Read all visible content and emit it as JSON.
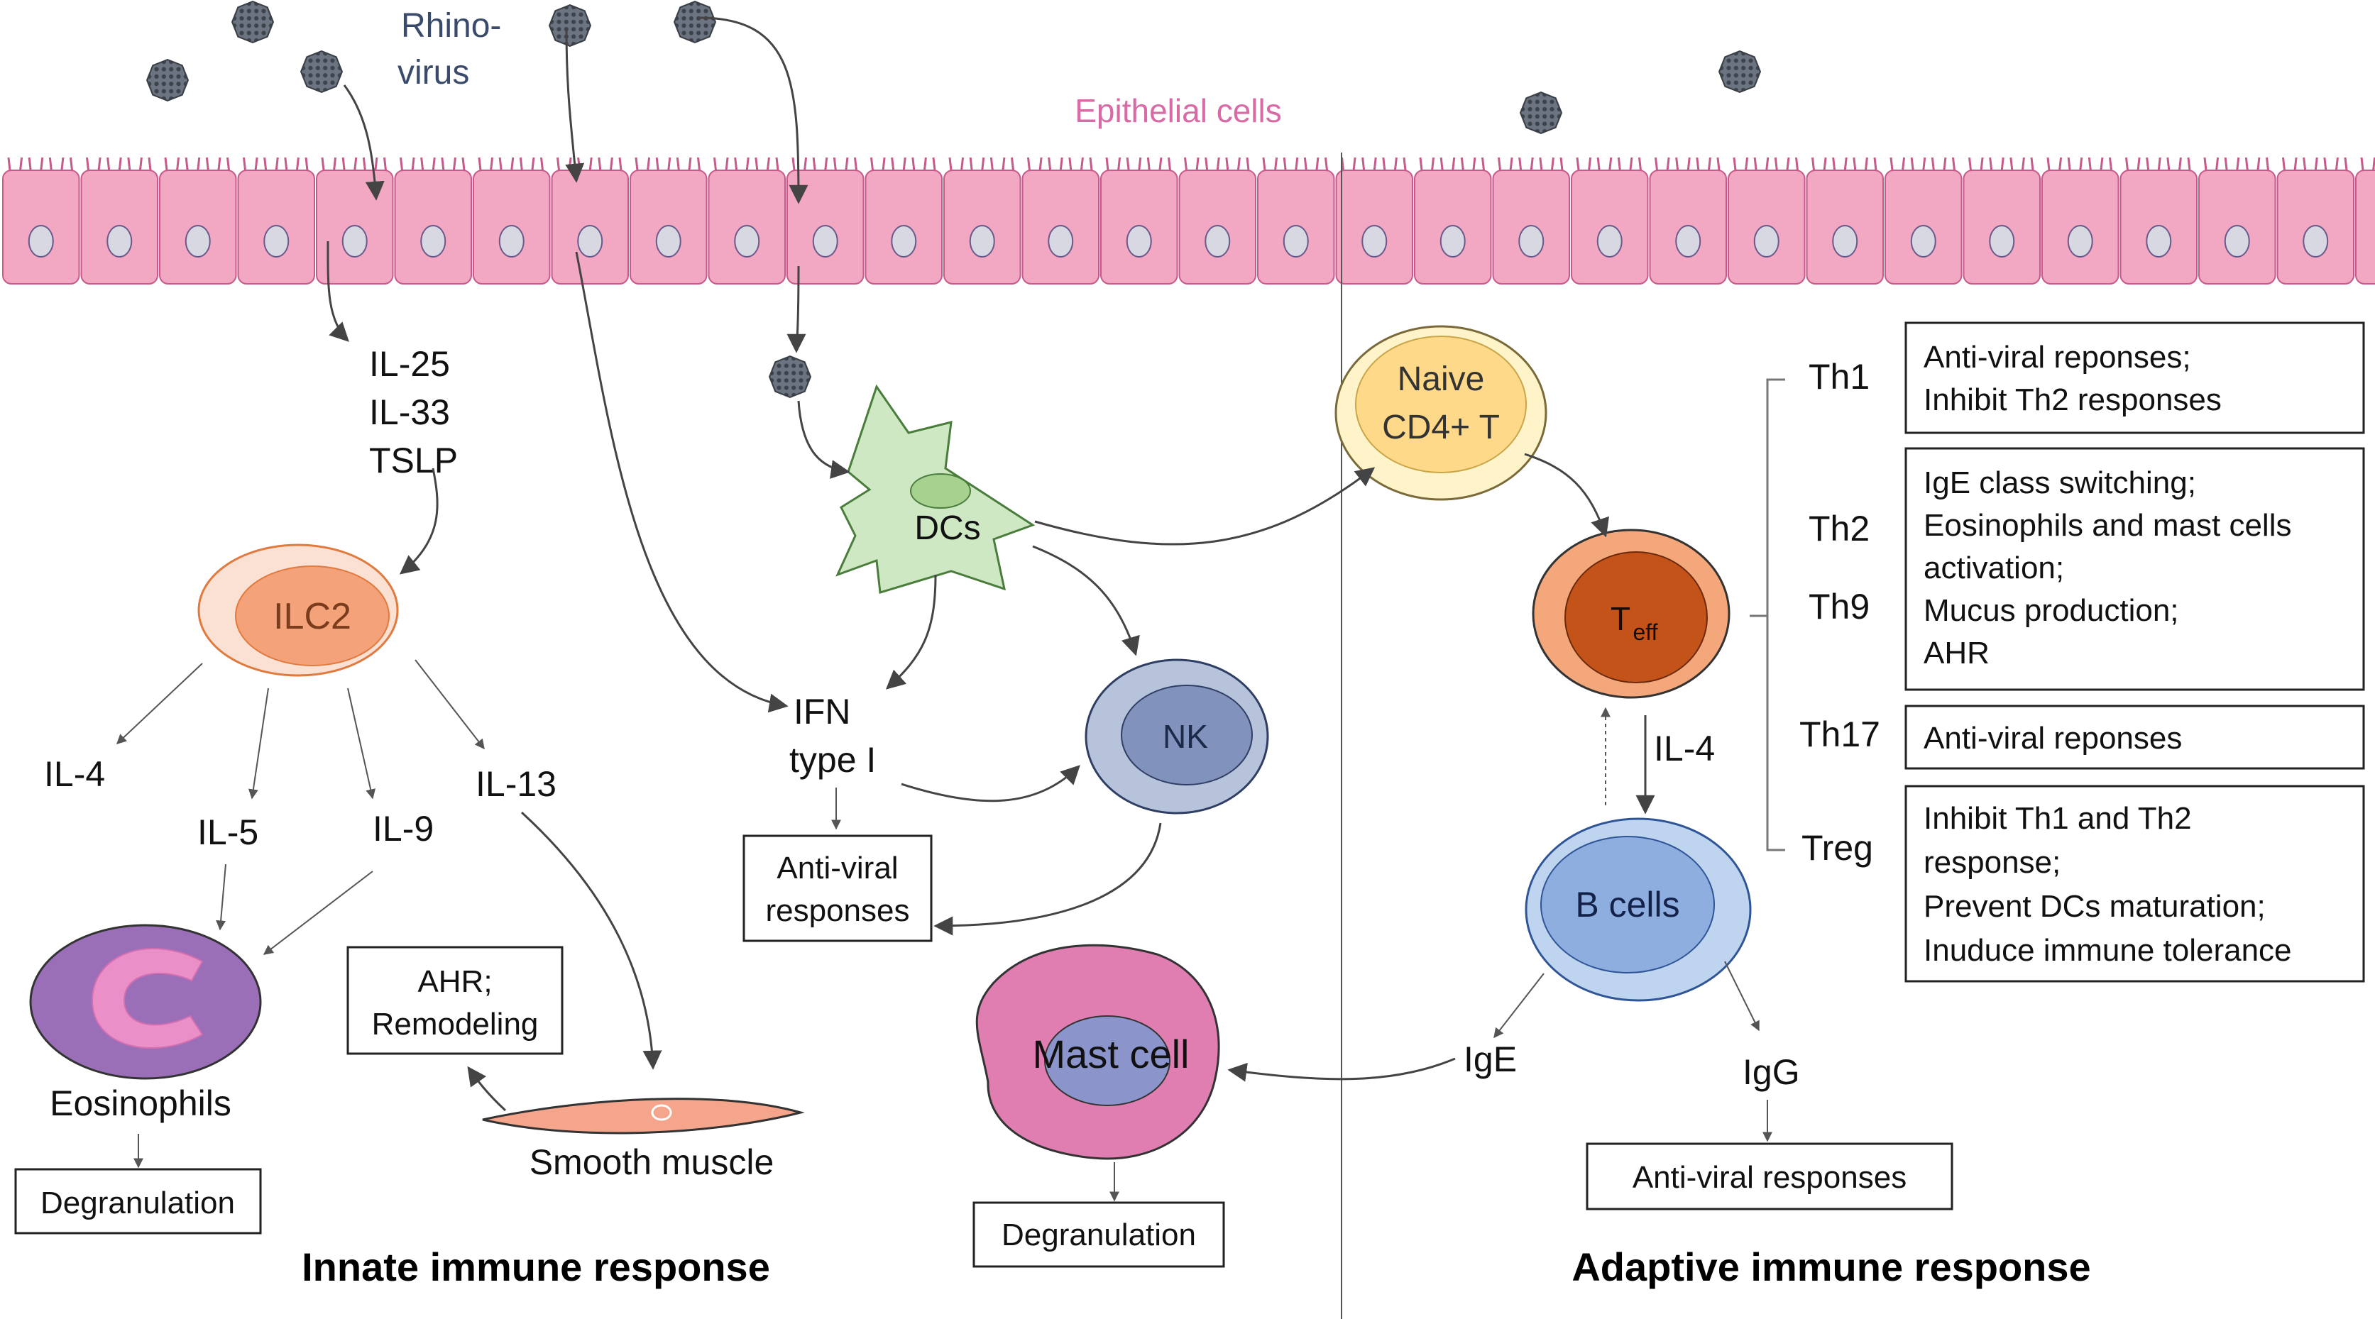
{
  "colors": {
    "epithelium_fill": "#f2a7c3",
    "epithelium_stroke": "#c65a8a",
    "epithelium_label": "#d86aa5",
    "nucleus": "#d8d8e2",
    "ilc2_outer": "#fbe1d3",
    "ilc2_inner": "#f4a27a",
    "dc_fill": "#cfe8c4",
    "naive_outer": "#fff3c9",
    "naive_inner": "#ffd98a",
    "teff_outer": "#f3a77a",
    "teff_inner": "#c4531a",
    "nk_outer": "#b7c2db",
    "nk_inner": "#8193bd",
    "bcell_outer": "#bfd5ef",
    "bcell_inner": "#8eaee0",
    "mast_fill": "#e07eb1",
    "mast_nucleus": "#8b95cc",
    "eos_fill": "#9a6fb8",
    "eos_nucleus": "#eb8fc9",
    "smooth_muscle": "#f4a58c",
    "virus": "#5a6470",
    "text_virus": "#3a4a6a"
  },
  "labels": {
    "rhinovirus_line1": "Rhino-",
    "rhinovirus_line2": "virus",
    "epithelial_cells": "Epithelial cells",
    "il25": "IL-25",
    "il33": "IL-33",
    "tslp": "TSLP",
    "ilc2": "ILC2",
    "il4_left": "IL-4",
    "il5": "IL-5",
    "il9": "IL-9",
    "il13": "IL-13",
    "eosinophils": "Eosinophils",
    "smooth_muscle": "Smooth muscle",
    "dcs": "DCs",
    "ifn_line1": "IFN",
    "ifn_line2": "type I",
    "nk": "NK",
    "mast_cell": "Mast cell",
    "naive_line1": "Naive",
    "naive_line2": "CD4+ T",
    "teff_main": "T",
    "teff_sub": "eff",
    "il4_right": "IL-4",
    "b_cells": "B cells",
    "ige": "IgE",
    "igg": "IgG",
    "th1": "Th1",
    "th2": "Th2",
    "th9": "Th9",
    "th17": "Th17",
    "treg": "Treg"
  },
  "boxes": {
    "degranulation_left": "Degranulation",
    "ahr_line1": "AHR;",
    "ahr_line2": "Remodeling",
    "antiviral_mid_line1": "Anti-viral",
    "antiviral_mid_line2": "responses",
    "degranulation_mid": "Degranulation",
    "antiviral_right": "Anti-viral responses",
    "th1_line1": "Anti-viral reponses;",
    "th1_line2": "Inhibit Th2 responses",
    "th2_line1": "IgE class switching;",
    "th2_line2": "Eosinophils and mast cells",
    "th2_line3": "activation;",
    "th2_line4": "Mucus production;",
    "th2_line5": "AHR",
    "th17_line1": "Anti-viral reponses",
    "treg_line1": "Inhibit Th1 and Th2",
    "treg_line2": "response;",
    "treg_line3": "Prevent DCs maturation;",
    "treg_line4": "Inuduce immune tolerance"
  },
  "titles": {
    "innate": "Innate immune response",
    "adaptive": "Adaptive immune response"
  },
  "icons": {
    "virus": "virus-particle-icon",
    "arrow": "arrow-icon"
  }
}
